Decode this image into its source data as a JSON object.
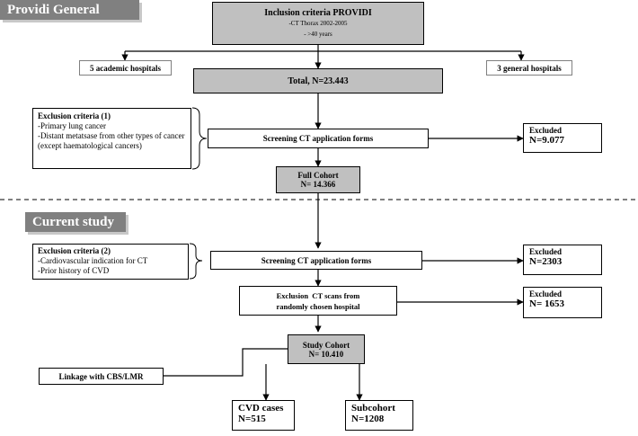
{
  "sections": {
    "general": "Providi General",
    "current": "Current study"
  },
  "inclusion": {
    "title": "Inclusion criteria PROVIDI",
    "line1": "-CT Thorax 2002-2005",
    "line2": "- >40 years"
  },
  "hospitals": {
    "academic": "5 academic hospitals",
    "general": "3 general hospitals"
  },
  "total": "Total, N=23.443",
  "exclusion1": {
    "title": "Exclusion criteria (1)",
    "items": [
      "-Primary lung cancer",
      "-Distant metatsase from other types of cancer",
      "(except haematological cancers)"
    ]
  },
  "screening1": "Screening CT application forms",
  "excluded1": {
    "label": "Excluded",
    "value": "N=9.077"
  },
  "full_cohort": {
    "label": "Full Cohort",
    "value": "N= 14.366"
  },
  "exclusion2": {
    "title": "Exclusion criteria (2)",
    "items": [
      "-Cardiovascular indication for CT",
      "-Prior history of CVD"
    ]
  },
  "screening2": "Screening CT application forms",
  "excluded2": {
    "label": "Excluded",
    "value": "N=2303"
  },
  "exclusion_hospital": {
    "line1": "Exclusion  CT scans from",
    "line2": "randomly chosen hospital"
  },
  "excluded3": {
    "label": "Excluded",
    "value": "N= 1653"
  },
  "study_cohort": {
    "label": "Study Cohort",
    "value": "N= 10.410"
  },
  "linkage": "Linkage with CBS/LMR",
  "cvd_cases": {
    "label": "CVD cases",
    "value": "N=515"
  },
  "subcohort": {
    "label": "Subcohort",
    "value": "N=1208"
  }
}
